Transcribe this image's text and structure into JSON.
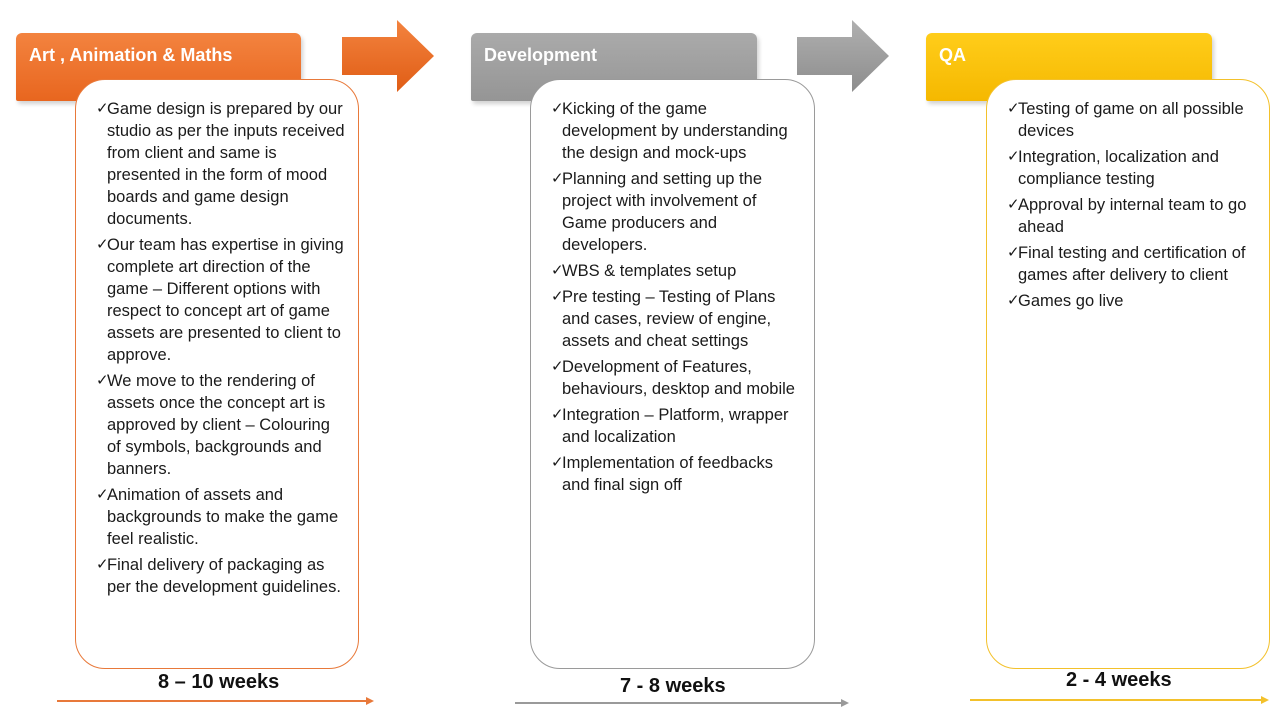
{
  "colors": {
    "art": "#e8661f",
    "development": "#959595",
    "qa": "#f5b800"
  },
  "phases": [
    {
      "title": "Art , Animation  & Maths",
      "duration": "8 – 10 weeks",
      "items": [
        "Game design is prepared by our studio as per the inputs received from client and same is presented in the form of mood boards and game design documents.",
        "Our team has expertise in giving complete art direction of the game – Different options with respect to concept art of game assets are presented to client to approve.",
        "We move to the rendering of assets once the concept art is approved by client – Colouring of symbols, backgrounds and banners.",
        "Animation of assets and backgrounds to make the game feel realistic.",
        "Final delivery of packaging as per the development guidelines."
      ]
    },
    {
      "title": "Development",
      "duration": "7 - 8 weeks",
      "items": [
        "Kicking of the game development by understanding the design and mock-ups",
        "Planning and setting up the project with involvement of Game producers and developers.",
        "WBS & templates setup",
        "Pre testing – Testing of Plans and cases, review of engine, assets and cheat settings",
        "Development of Features, behaviours, desktop and mobile",
        "Integration – Platform, wrapper and localization",
        "Implementation of feedbacks and final sign off"
      ]
    },
    {
      "title": "QA",
      "duration": "2 - 4 weeks",
      "items": [
        "Testing of game on all possible devices",
        "Integration, localization and compliance testing",
        "Approval by internal team to go ahead",
        "Final testing and certification of games after delivery to client",
        "Games go live"
      ]
    }
  ],
  "icons": {
    "bullet": "checkmark-icon",
    "connector": "block-arrow-right-icon"
  }
}
